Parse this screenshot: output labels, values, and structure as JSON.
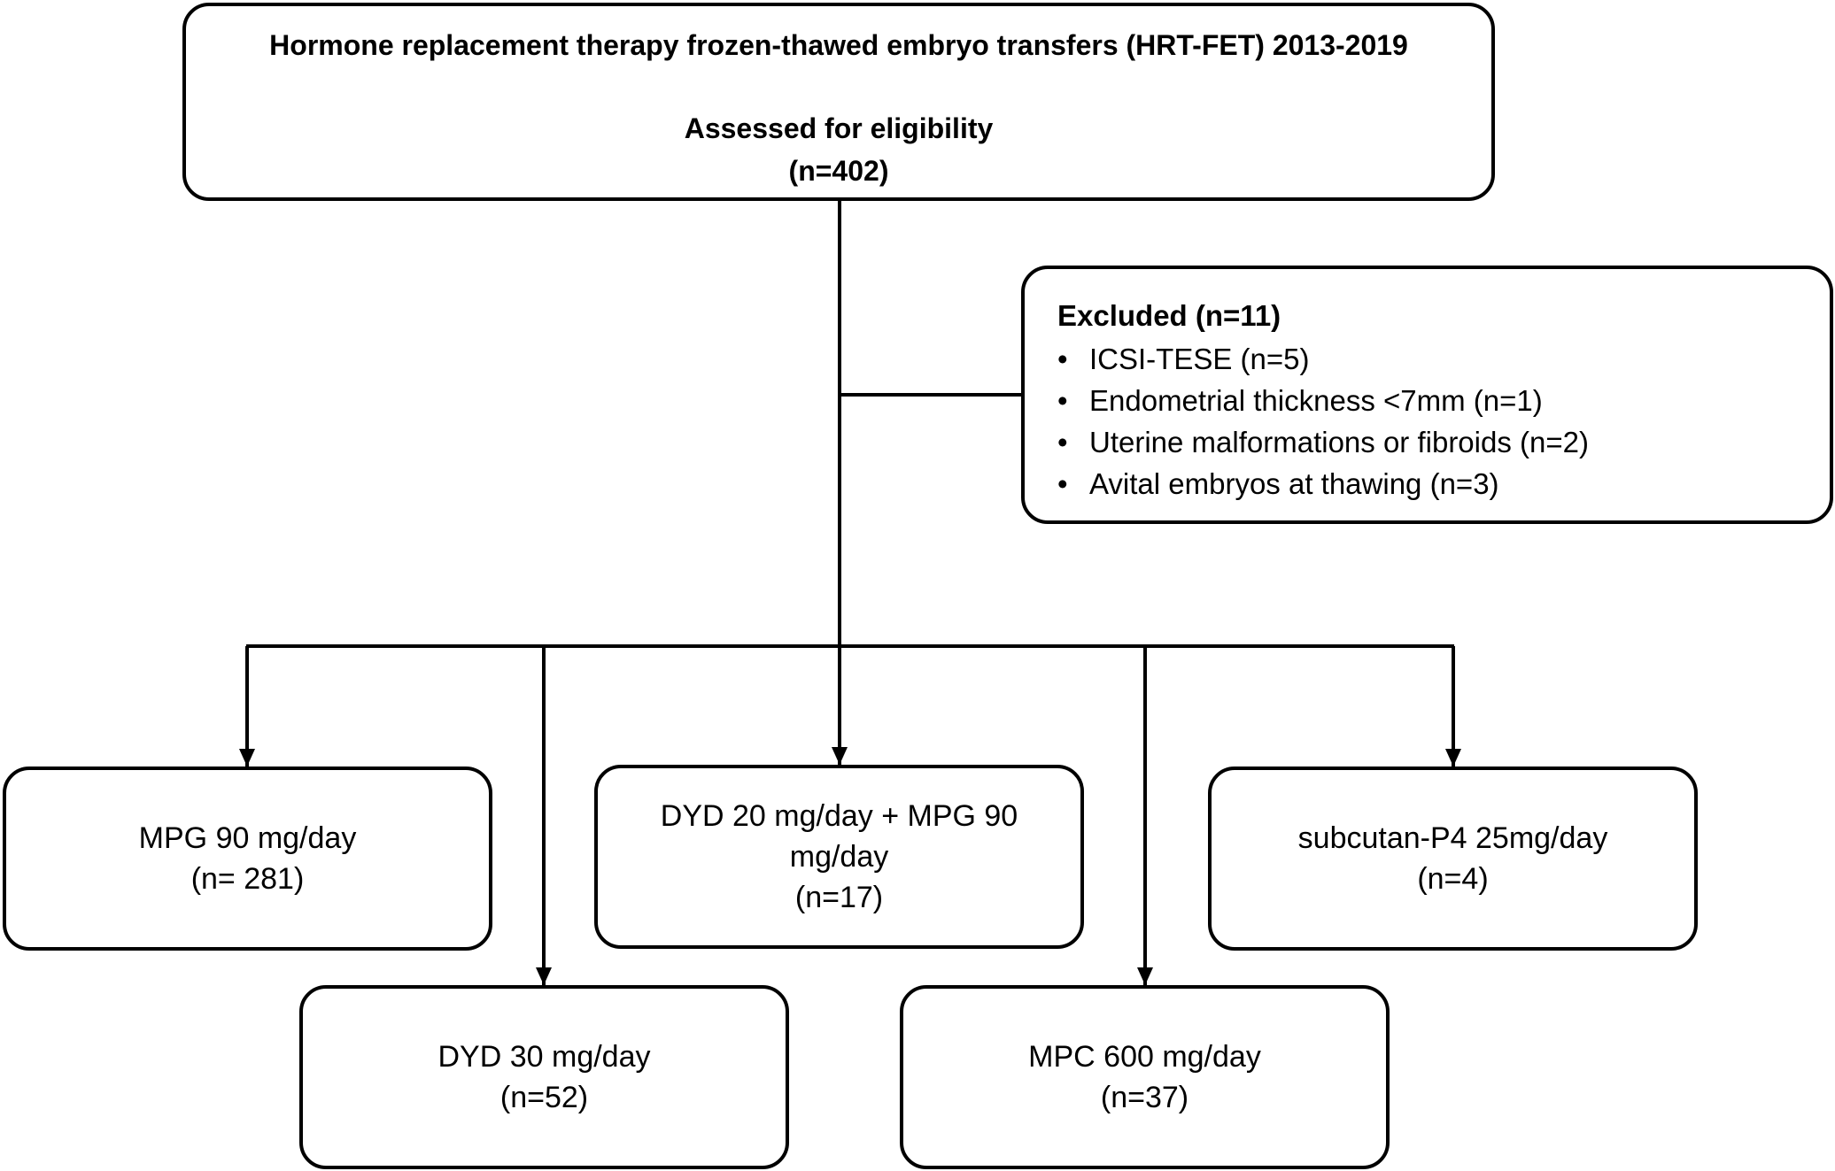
{
  "header_box": {
    "title": "Hormone replacement therapy frozen-thawed embryo transfers (HRT-FET) 2013-2019",
    "subtitle": "Assessed for eligibility",
    "count": "(n=402)"
  },
  "excluded_box": {
    "title": "Excluded (n=11)",
    "bullet_char": "•",
    "items": [
      "ICSI-TESE (n=5)",
      "Endometrial thickness <7mm (n=1)",
      "Uterine malformations or fibroids (n=2)",
      "Avital embryos at thawing (n=3)"
    ]
  },
  "groups": [
    {
      "label": "MPG 90 mg/day",
      "count": "(n= 281)"
    },
    {
      "label": "DYD 20 mg/day + MPG 90 mg/day",
      "count": "(n=17)"
    },
    {
      "label": "subcutan-P4 25mg/day",
      "count": "(n=4)"
    },
    {
      "label": "DYD 30 mg/day",
      "count": "(n=52)"
    },
    {
      "label": "MPC 600 mg/day",
      "count": "(n=37)"
    }
  ],
  "colors": {
    "line": "#000000",
    "background": "#ffffff"
  }
}
